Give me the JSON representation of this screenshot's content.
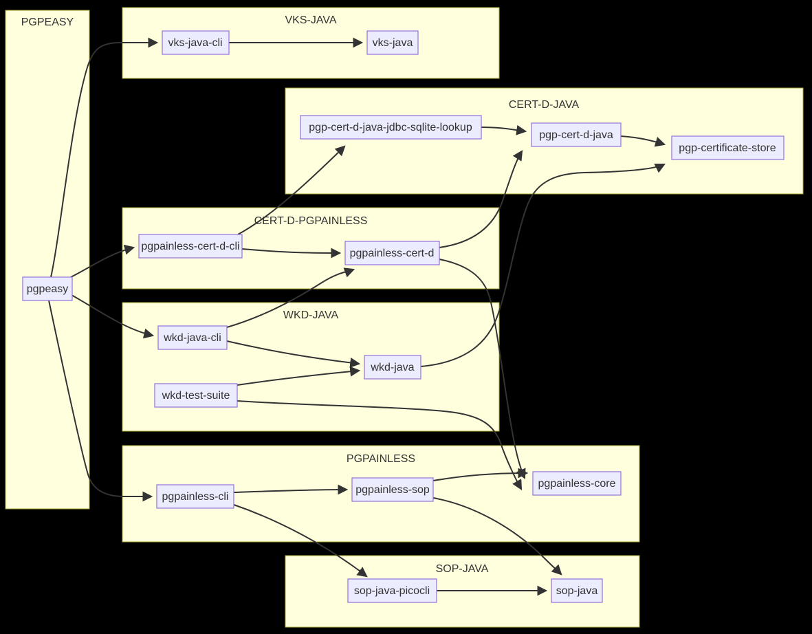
{
  "diagram": {
    "type": "dependency-flowchart",
    "background_color": "#000000",
    "colors": {
      "cluster_fill": "#ffffde",
      "cluster_border": "#aaaa33",
      "node_fill": "#ececff",
      "node_border": "#9370db",
      "edge": "#333333",
      "text": "#333333"
    },
    "clusters": {
      "pgpeasy_box": {
        "title": "PGPEASY"
      },
      "vks_java_box": {
        "title": "VKS-JAVA"
      },
      "cert_d_java_box": {
        "title": "CERT-D-JAVA"
      },
      "cert_d_pgpainless_box": {
        "title": "CERT-D-PGPAINLESS"
      },
      "wkd_java_box": {
        "title": "WKD-JAVA"
      },
      "pgpainless_box": {
        "title": "PGPAINLESS"
      },
      "sop_java_box": {
        "title": "SOP-JAVA"
      }
    },
    "nodes": {
      "pgpeasy": {
        "label": "pgpeasy"
      },
      "vks_java_cli": {
        "label": "vks-java-cli"
      },
      "vks_java": {
        "label": "vks-java"
      },
      "pgp_cert_d_java_jdbc_sqlite_lookup": {
        "label": "pgp-cert-d-java-jdbc-sqlite-lookup"
      },
      "pgp_cert_d_java": {
        "label": "pgp-cert-d-java"
      },
      "pgp_certificate_store": {
        "label": "pgp-certificate-store"
      },
      "pgpainless_cert_d_cli": {
        "label": "pgpainless-cert-d-cli"
      },
      "pgpainless_cert_d": {
        "label": "pgpainless-cert-d"
      },
      "wkd_java_cli": {
        "label": "wkd-java-cli"
      },
      "wkd_java": {
        "label": "wkd-java"
      },
      "wkd_test_suite": {
        "label": "wkd-test-suite"
      },
      "pgpainless_cli": {
        "label": "pgpainless-cli"
      },
      "pgpainless_sop": {
        "label": "pgpainless-sop"
      },
      "pgpainless_core": {
        "label": "pgpainless-core"
      },
      "sop_java_picocli": {
        "label": "sop-java-picocli"
      },
      "sop_java": {
        "label": "sop-java"
      }
    },
    "edges": [
      {
        "from": "pgpeasy",
        "to": "vks-java-cli"
      },
      {
        "from": "vks-java-cli",
        "to": "vks-java"
      },
      {
        "from": "pgpeasy",
        "to": "pgpainless-cert-d-cli"
      },
      {
        "from": "pgpeasy",
        "to": "wkd-java-cli"
      },
      {
        "from": "pgpeasy",
        "to": "pgpainless-cli"
      },
      {
        "from": "pgpainless-cert-d-cli",
        "to": "pgp-cert-d-java-jdbc-sqlite-lookup"
      },
      {
        "from": "pgp-cert-d-java-jdbc-sqlite-lookup",
        "to": "pgp-cert-d-java"
      },
      {
        "from": "pgp-cert-d-java",
        "to": "pgp-certificate-store"
      },
      {
        "from": "pgpainless-cert-d",
        "to": "pgp-cert-d-java"
      },
      {
        "from": "wkd-java",
        "to": "pgp-certificate-store"
      },
      {
        "from": "pgpainless-cert-d-cli",
        "to": "pgpainless-cert-d"
      },
      {
        "from": "wkd-java-cli",
        "to": "pgpainless-cert-d"
      },
      {
        "from": "wkd-java-cli",
        "to": "wkd-java"
      },
      {
        "from": "wkd-test-suite",
        "to": "wkd-java"
      },
      {
        "from": "pgpainless-cert-d",
        "to": "pgpainless-core"
      },
      {
        "from": "wkd-test-suite",
        "to": "pgpainless-core"
      },
      {
        "from": "pgpainless-cli",
        "to": "pgpainless-sop"
      },
      {
        "from": "pgpainless-sop",
        "to": "pgpainless-core"
      },
      {
        "from": "pgpainless-sop",
        "to": "sop-java"
      },
      {
        "from": "pgpainless-cli",
        "to": "sop-java-picocli"
      },
      {
        "from": "sop-java-picocli",
        "to": "sop-java"
      }
    ]
  }
}
